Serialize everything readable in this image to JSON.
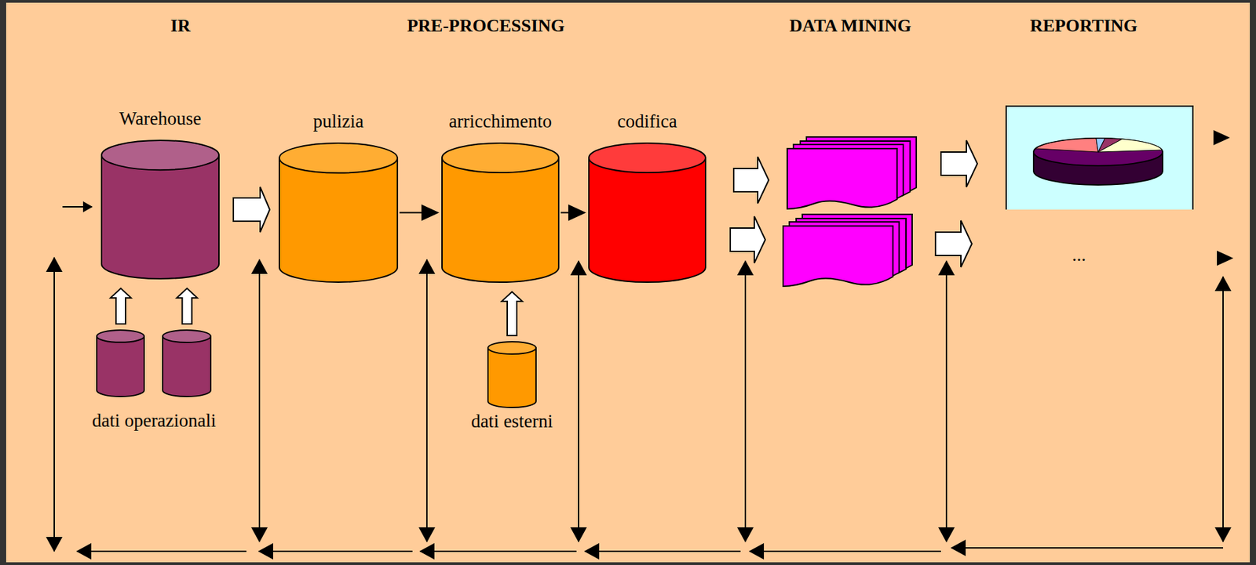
{
  "diagram": {
    "nodes": [
      {
        "text": [
          "Warehouse"
        ]
      },
      {
        "text": [
          "pulizia"
        ]
      },
      {
        "text": [
          "arricchimento"
        ]
      },
      {
        "text": [
          "codifica"
        ]
      },
      {
        "text": [
          "dati operazionali"
        ]
      },
      {
        "text": [
          "dati esterni"
        ]
      }
    ],
    "edges": [
      {
        "from": 4,
        "to": 0,
        "arrow": "to"
      },
      {
        "from": 4,
        "to": 0,
        "arrow": "to"
      },
      {
        "from": 0,
        "to": 1,
        "arrow": "to"
      },
      {
        "from": 1,
        "to": 2,
        "arrow": "to"
      },
      {
        "from": 2,
        "to": 3,
        "arrow": "to"
      },
      {
        "from": 5,
        "to": 2,
        "arrow": "to"
      }
    ],
    "labels": [
      "IR",
      "PRE-PROCESSING",
      "DATA MINING",
      "REPORTING",
      "..."
    ]
  }
}
